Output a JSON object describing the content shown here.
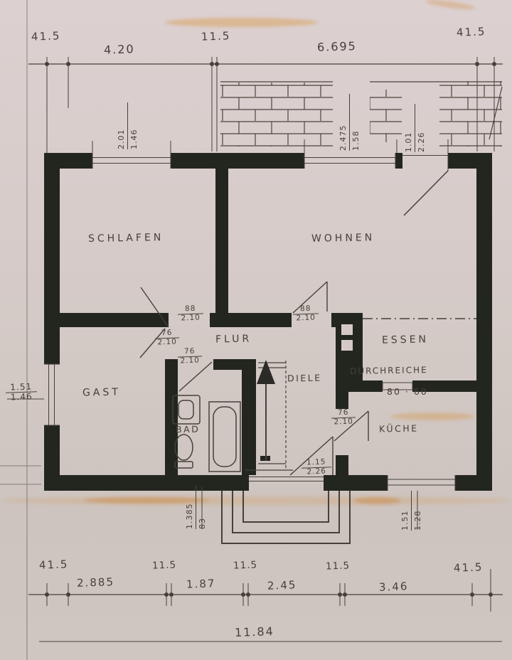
{
  "document": {
    "kind": "scanned hand-drawn floor plan"
  },
  "colors": {
    "paper": "#d6cac7",
    "ink": "#46403a",
    "wall": "#23261f"
  },
  "rooms": {
    "schlafen": "SCHLAFEN",
    "wohnen": "WOHNEN",
    "essen": "ESSEN",
    "kueche": "KÜCHE",
    "gast": "GAST",
    "flur": "FLUR",
    "diele": "DIELE",
    "bad": "BAD"
  },
  "features": {
    "durchreiche_label": "DURCHREICHE",
    "durchreiche_size": "80 · 60"
  },
  "doors": {
    "schlafen": {
      "width": "88",
      "height": "2.10"
    },
    "wohnen": {
      "width": "88",
      "height": "2.10"
    },
    "gast": {
      "width": "76",
      "height": "2.10"
    },
    "bad": {
      "width": "76",
      "height": "2.10"
    },
    "kueche": {
      "width": "76",
      "height": "2.10"
    },
    "entry": {
      "width": "1.15",
      "height": "2.26"
    }
  },
  "openings": {
    "window_schlafen": {
      "width": "2.01",
      "height": "1.46"
    },
    "window_wohnen": {
      "width": "2.475",
      "height": "1.58"
    },
    "balcony_door": {
      "width": "1.01",
      "height": "2.26"
    },
    "window_gast": {
      "width": "1.51",
      "height": "1.46"
    },
    "window_kueche": {
      "width": "1.51",
      "height": "1.28"
    },
    "entry_step": {
      "width": "1.385",
      "height": "83"
    }
  },
  "top_dimension": {
    "offset_left": "41.5",
    "span_left": "4.20",
    "offset_mid": "11.5",
    "span_right": "6.695",
    "offset_right": "41.5"
  },
  "bottom_dimension": {
    "offset_left": "41.5",
    "seg1": "2.885",
    "t1": "11.5",
    "seg2": "1.87",
    "t2": "11.5",
    "seg3": "2.45",
    "t3": "11.5",
    "seg4": "3.46",
    "offset_right": "41.5"
  },
  "total_dimension": {
    "value": "11.84"
  }
}
